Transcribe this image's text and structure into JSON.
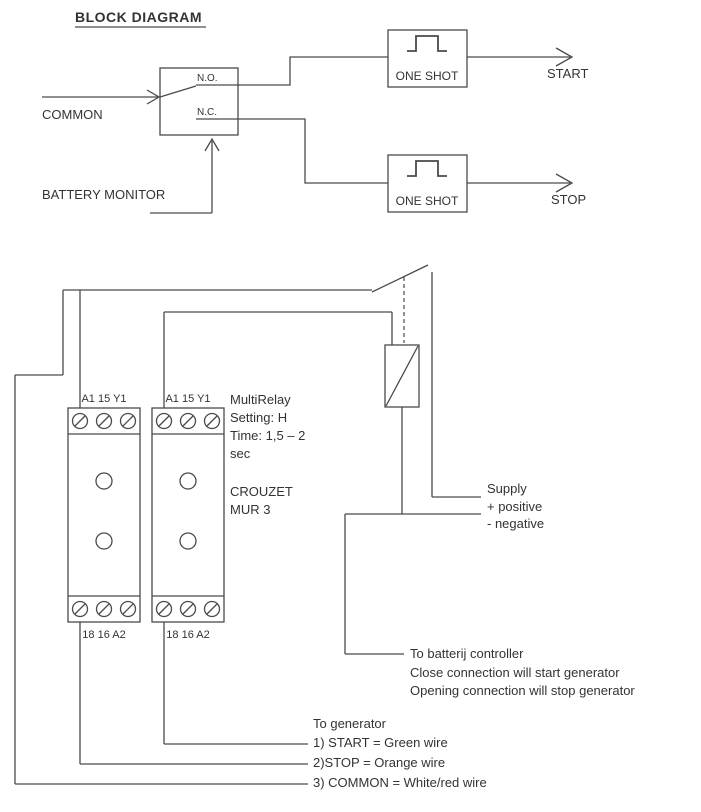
{
  "colors": {
    "line": "#4a4a4a",
    "text": "#333333",
    "background": "#ffffff"
  },
  "block_diagram": {
    "title": "BLOCK DIAGRAM",
    "relay_contact": {
      "no": "N.O.",
      "nc": "N.C."
    },
    "inputs": {
      "common": "COMMON",
      "battery_monitor": "BATTERY MONITOR"
    },
    "one_shot_top": "ONE SHOT",
    "one_shot_bottom": "ONE SHOT",
    "outputs": {
      "start": "START",
      "stop": "STOP"
    }
  },
  "wiring_diagram": {
    "module_a": {
      "top_terminals": "A1 15 Y1",
      "bottom_terminals": "18 16 A2"
    },
    "module_b": {
      "top_terminals": "A1 15 Y1",
      "bottom_terminals": "18 16 A2"
    },
    "relay_notes": [
      "MultiRelay",
      "Setting: H",
      "Time: 1,5 – 2",
      "sec",
      "CROUZET",
      "MUR 3"
    ],
    "supply_notes": [
      "Supply",
      "+ positive",
      "- negative"
    ],
    "battery_controller_notes": [
      "To batterij controller",
      "Close connection will start generator",
      "Opening connection will stop generator"
    ],
    "generator_notes": [
      "To generator",
      "1) START = Green wire",
      "2)STOP = Orange wire",
      "3) COMMON = White/red wire"
    ]
  }
}
